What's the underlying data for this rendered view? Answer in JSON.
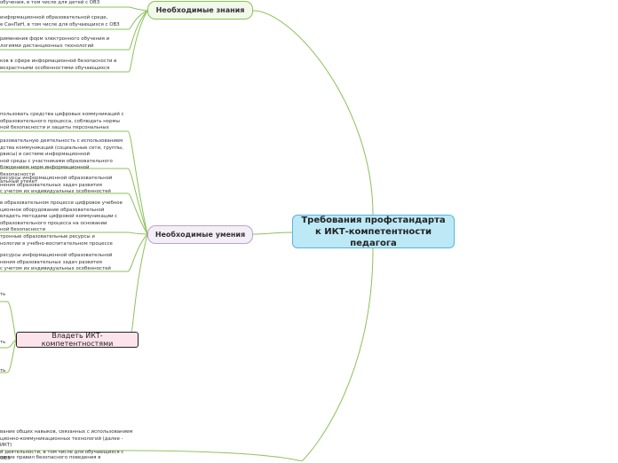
{
  "root": {
    "title": "Требования профстандарта к ИКТ-компетентности педагога"
  },
  "branches": {
    "knowledge": "Необходимые знания",
    "skills": "Необходимые умения",
    "own": "Владеть ИКТ-компетентностями"
  },
  "knowledge_items": [
    "обучения, в том числе для детей с ОВЗ",
    "информационной образовательной среде,\nе СанПиН, в том числе для обучающихся с ОВЗ",
    "рименения форм электронного обучения и\nлогиями дистанционных технологий",
    "ков в сфере информационной безопасности в\nвозрастными особенностями обучающихся"
  ],
  "skills_items": [
    "пользовать средства цифровых коммуникаций с\nобразовательного процесса, соблюдать нормы\nной безопасности и защиты персональных",
    "разовательную деятельность с использованием\nдства коммуникаций (социальные сети, группы,\nрвисы) в системе информационной\nной среды с участниками образовательного\nблюдением норм информационной безопасности\nальный этикет",
    "ресурсы информационной образовательной\nнения образовательных задач развития\nс учетом их индивидуальных особенностей",
    "в образовательном процессе цифровое учебное\nционное оборудование образовательной\nвладеть методами цифровой коммуникации с\nобразовательного процесса на основании\nной безопасности\nтронные образовательные ресурсы и\nнологии в учебно-воспитательном процессе",
    "ресурсы информационной образовательной\nнения образовательных задач развития\nс учетом их индивидуальных особенностей"
  ],
  "own_items": [
    "ть",
    "ть",
    "ть"
  ],
  "general_items": [
    "вание общих навыков, связанных с использованием\nционно-коммуникационных технологий (далее - ИКТ)\nй деятельности, в том числе для обучающихся с ОВЗ",
    "вание правил безопасного поведения в"
  ],
  "colors": {
    "root_fill": "#bde9f7",
    "root_border": "#57b4db",
    "branch_border": "#8cc25a",
    "own_fill": "#fde3ec",
    "link": "#8cc25a"
  }
}
